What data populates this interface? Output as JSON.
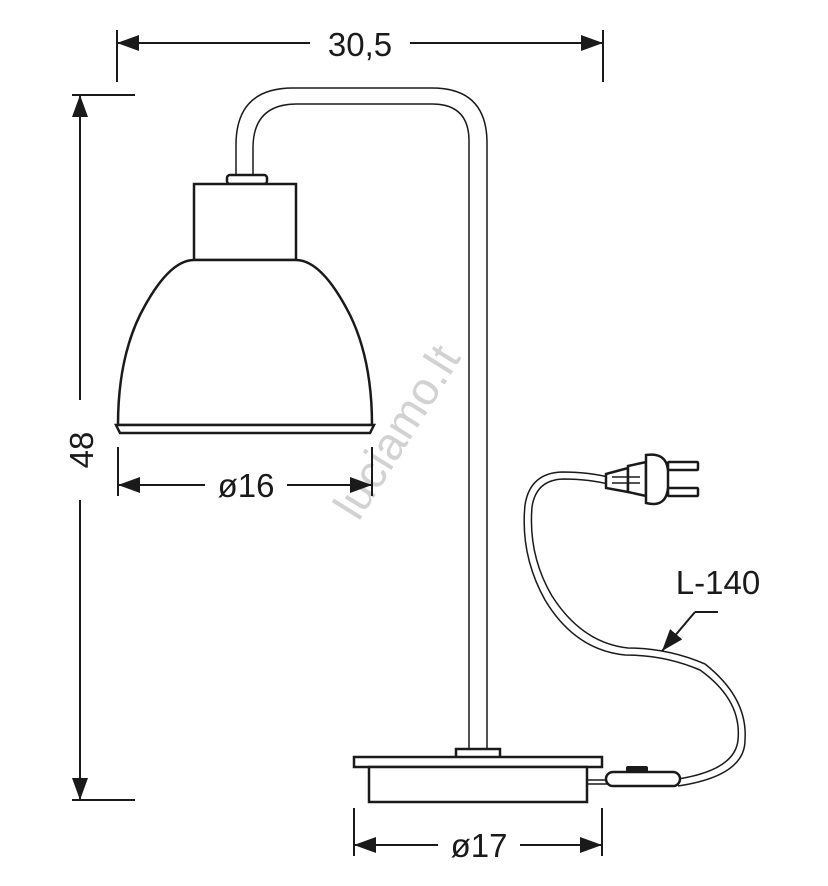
{
  "dimensions": {
    "width": "30,5",
    "height": "48",
    "shade_diameter": "ø16",
    "base_diameter": "ø17",
    "cable_length": "L-140"
  },
  "watermark": "luciamo.lt",
  "colors": {
    "line": "#1a1a1a",
    "background": "#ffffff",
    "watermark": "#d2d2d2"
  }
}
